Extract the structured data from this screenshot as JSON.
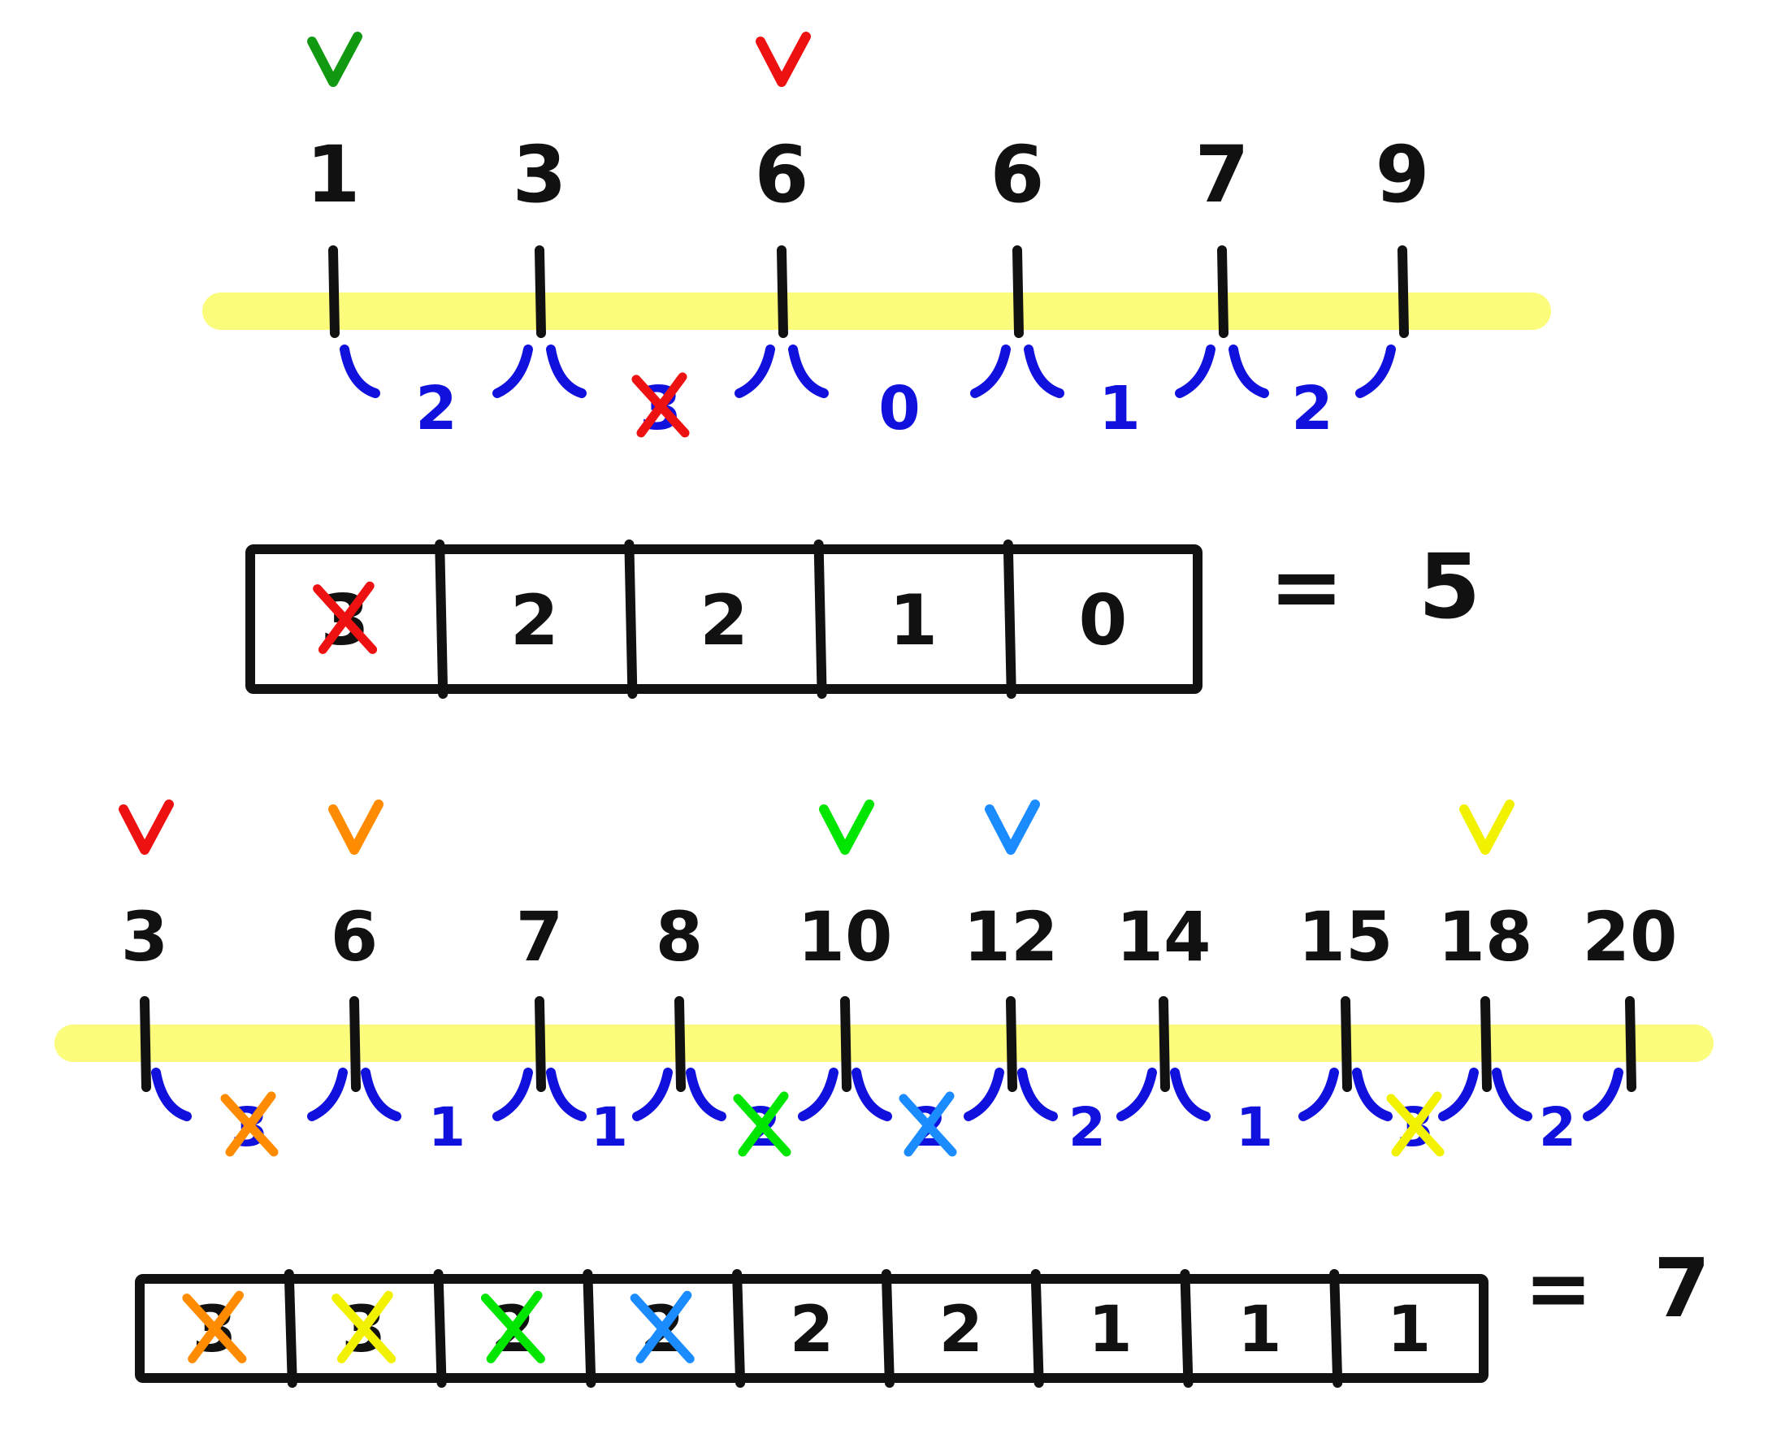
{
  "colors": {
    "ink": "#111111",
    "gap": "#1111dd",
    "highlight": "#fbfb7c",
    "red": "#ee1111",
    "green": "#119911",
    "orange": "#ff8c00",
    "lime": "#00e600",
    "lightblue": "#1a8cff",
    "yellow": "#f2f200"
  },
  "diagram1": {
    "numbers": [
      {
        "label": "1",
        "check": "green"
      },
      {
        "label": "3",
        "check": null
      },
      {
        "label": "6",
        "check": "red"
      },
      {
        "label": "6",
        "check": null
      },
      {
        "label": "7",
        "check": null
      },
      {
        "label": "9",
        "check": null
      }
    ],
    "gaps": [
      {
        "label": "2",
        "crossed": null
      },
      {
        "label": "3",
        "crossed": "red"
      },
      {
        "label": "0",
        "crossed": null
      },
      {
        "label": "1",
        "crossed": null
      },
      {
        "label": "2",
        "crossed": null
      }
    ],
    "sorted_cells": [
      {
        "label": "3",
        "crossed": "red"
      },
      {
        "label": "2",
        "crossed": null
      },
      {
        "label": "2",
        "crossed": null
      },
      {
        "label": "1",
        "crossed": null
      },
      {
        "label": "0",
        "crossed": null
      }
    ],
    "result_eq": "=",
    "result_value": "5"
  },
  "diagram2": {
    "numbers": [
      {
        "label": "3",
        "check": "red"
      },
      {
        "label": "6",
        "check": "orange"
      },
      {
        "label": "7",
        "check": null
      },
      {
        "label": "8",
        "check": null
      },
      {
        "label": "10",
        "check": "lime"
      },
      {
        "label": "12",
        "check": "lightblue"
      },
      {
        "label": "14",
        "check": null
      },
      {
        "label": "15",
        "check": null
      },
      {
        "label": "18",
        "check": "yellow"
      },
      {
        "label": "20",
        "check": null
      }
    ],
    "gaps": [
      {
        "label": "3",
        "crossed": "orange"
      },
      {
        "label": "1",
        "crossed": null
      },
      {
        "label": "1",
        "crossed": null
      },
      {
        "label": "2",
        "crossed": "lime"
      },
      {
        "label": "2",
        "crossed": "lightblue"
      },
      {
        "label": "2",
        "crossed": null
      },
      {
        "label": "1",
        "crossed": null
      },
      {
        "label": "3",
        "crossed": "yellow"
      },
      {
        "label": "2",
        "crossed": null
      }
    ],
    "sorted_cells": [
      {
        "label": "3",
        "crossed": "orange"
      },
      {
        "label": "3",
        "crossed": "yellow"
      },
      {
        "label": "2",
        "crossed": "lime"
      },
      {
        "label": "2",
        "crossed": "lightblue"
      },
      {
        "label": "2",
        "crossed": null
      },
      {
        "label": "2",
        "crossed": null
      },
      {
        "label": "1",
        "crossed": null
      },
      {
        "label": "1",
        "crossed": null
      },
      {
        "label": "1",
        "crossed": null
      }
    ],
    "result_eq": "=",
    "result_value": "7"
  }
}
